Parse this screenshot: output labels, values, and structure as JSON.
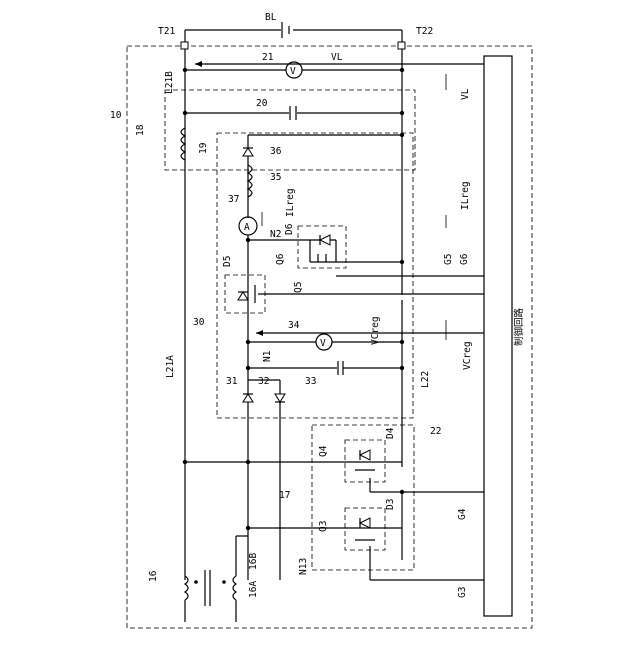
{
  "labels": {
    "battery": "BL",
    "terminal_left": "T21",
    "terminal_right": "T22",
    "v_meter_21": "21",
    "v_meter_21_symbol": "V",
    "v_meter_21_signal": "VL",
    "line_21b": "L21B",
    "ref_10": "10",
    "ref_18": "18",
    "ref_19": "19",
    "cap_20": "20",
    "diode_36": "36",
    "inductor_35": "35",
    "ammeter_37": "37",
    "ammeter_symbol": "A",
    "current_signal": "ILreg",
    "node_n2": "N2",
    "d6": "D6",
    "q6": "Q6",
    "d5": "D5",
    "q5": "Q5",
    "g5": "G5",
    "g6": "G6",
    "ref_30": "30",
    "v_meter_34": "34",
    "v_meter_34_symbol": "V",
    "v_meter_34_signal": "VCreg",
    "node_n1": "N1",
    "line_21a": "L21A",
    "cap_33": "33",
    "line_l22": "L22",
    "diode_31": "31",
    "diode_32": "32",
    "ref_22": "22",
    "q4": "Q4",
    "d4": "D4",
    "ref_17": "17",
    "q3": "Q3",
    "d3": "D3",
    "g4": "G4",
    "node_n13": "N13",
    "ref_16": "16",
    "ref_16a": "16A",
    "ref_16b": "16B",
    "g3": "G3",
    "ctrl_vl": "VL",
    "ctrl_ilreg": "ILreg",
    "ctrl_vcreg": "VCreg",
    "control_circuit": "制御回路"
  }
}
